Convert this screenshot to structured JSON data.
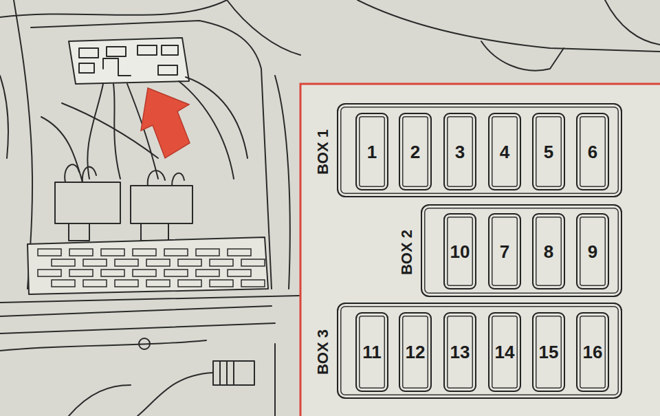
{
  "diagram": {
    "nodes": [
      {
        "text": [
          "BOX 1"
        ]
      },
      {
        "text": [
          "1"
        ],
        "in": 0
      },
      {
        "text": [
          "2"
        ],
        "in": 0
      },
      {
        "text": [
          "3"
        ],
        "in": 0
      },
      {
        "text": [
          "4"
        ],
        "in": 0
      },
      {
        "text": [
          "5"
        ],
        "in": 0
      },
      {
        "text": [
          "6"
        ],
        "in": 0
      },
      {
        "text": [
          "BOX 2"
        ]
      },
      {
        "text": [
          "10"
        ],
        "in": 7
      },
      {
        "text": [
          "7"
        ],
        "in": 7
      },
      {
        "text": [
          "8"
        ],
        "in": 7
      },
      {
        "text": [
          "9"
        ],
        "in": 7
      },
      {
        "text": [
          "BOX 3"
        ]
      },
      {
        "text": [
          "11"
        ],
        "in": 12
      },
      {
        "text": [
          "12"
        ],
        "in": 12
      },
      {
        "text": [
          "13"
        ],
        "in": 12
      },
      {
        "text": [
          "14"
        ],
        "in": 12
      },
      {
        "text": [
          "15"
        ],
        "in": 12
      },
      {
        "text": [
          "16"
        ],
        "in": 12
      }
    ]
  }
}
